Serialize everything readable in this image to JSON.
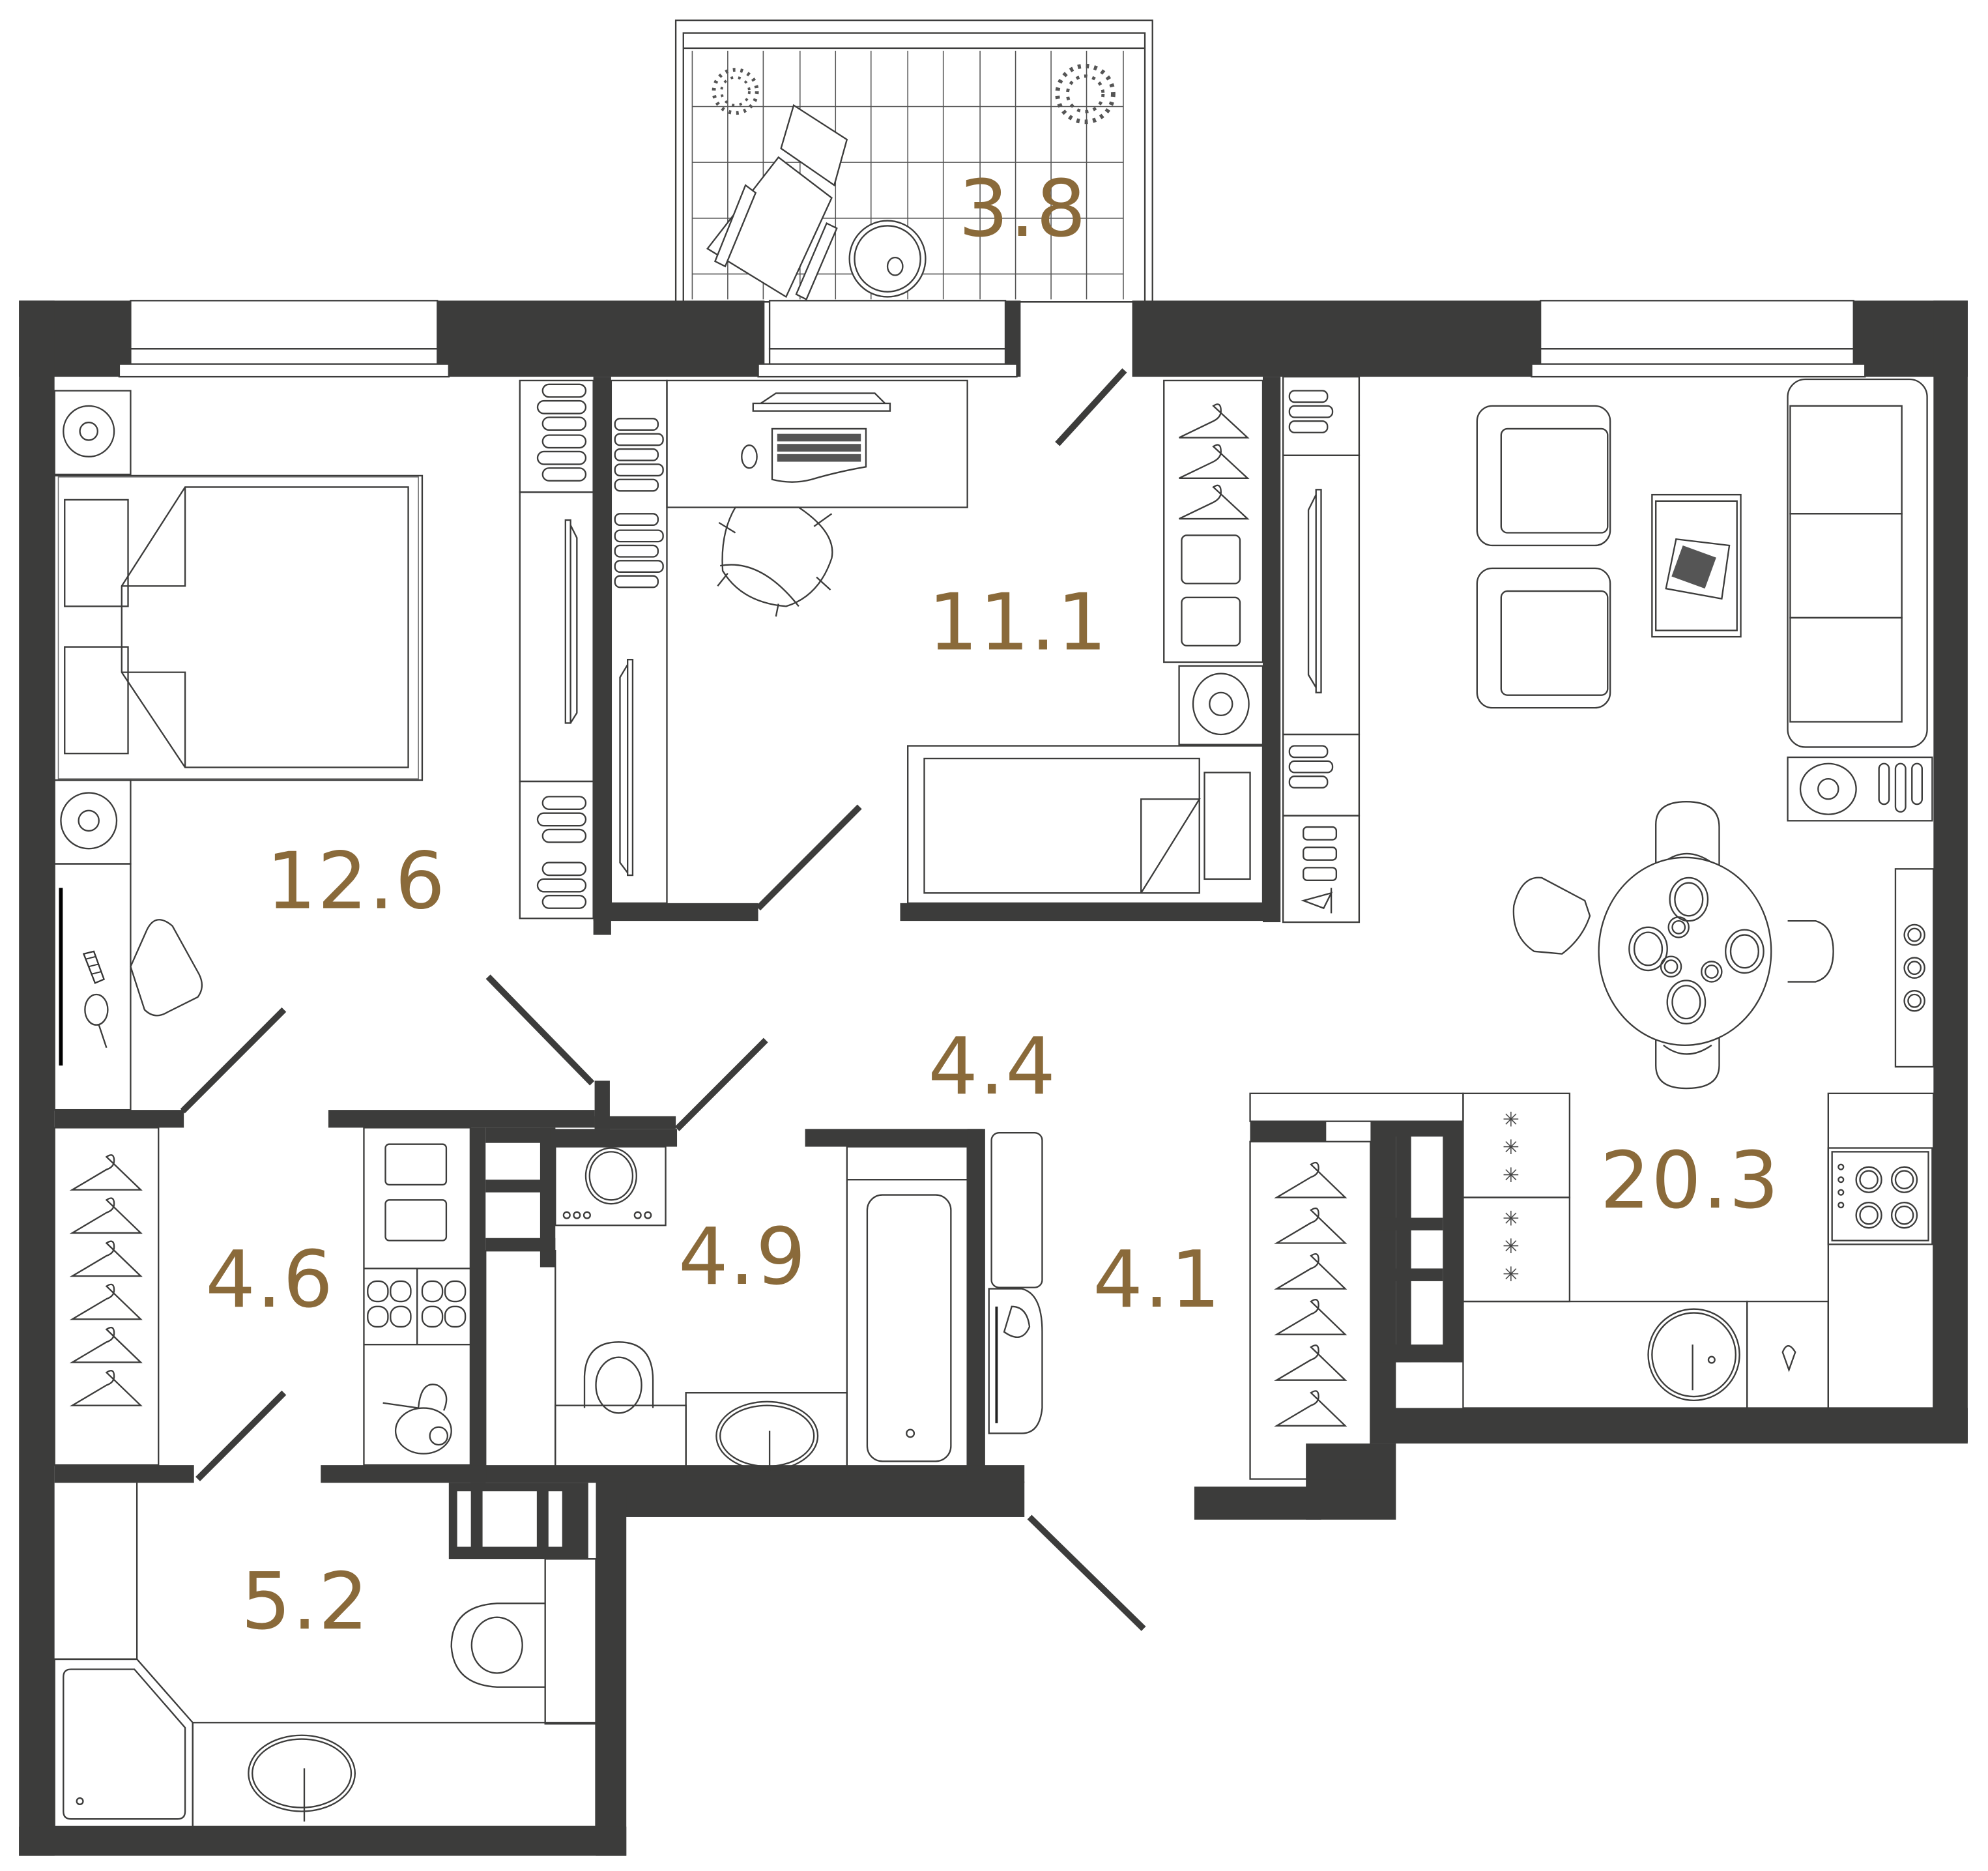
{
  "floor_plan": {
    "title": "",
    "colors": {
      "wall": "#3c3c3b",
      "label": "#8a6a3a",
      "line": "#3c3c3b",
      "background": "#ffffff"
    },
    "rooms": [
      {
        "id": "balcony",
        "label": "3.8",
        "type": "balcony"
      },
      {
        "id": "bedroom",
        "label": "12.6",
        "type": "bedroom"
      },
      {
        "id": "study",
        "label": "11.1",
        "type": "bedroom/study"
      },
      {
        "id": "hall",
        "label": "4.4",
        "type": "hallway"
      },
      {
        "id": "wardrobe",
        "label": "4.6",
        "type": "walk-in closet"
      },
      {
        "id": "bath1",
        "label": "4.9",
        "type": "bathroom"
      },
      {
        "id": "entry",
        "label": "4.1",
        "type": "entrance hall"
      },
      {
        "id": "living",
        "label": "20.3",
        "type": "kitchen-living"
      },
      {
        "id": "bath2",
        "label": "5.2",
        "type": "bathroom"
      }
    ],
    "icons": [
      "plant-icon",
      "lounge-chair-icon",
      "side-table-icon",
      "double-bed-icon",
      "nightstand-lamp-icon",
      "dresser-icon",
      "vanity-stool-icon",
      "comb-icon",
      "mirror-icon",
      "desk-icon",
      "monitor-icon",
      "keyboard-icon",
      "mouse-icon",
      "office-chair-icon",
      "single-bed-icon",
      "clothes-hanger-icon",
      "shirt-icon",
      "tv-icon",
      "armchair-icon",
      "sofa-icon",
      "coffee-table-icon",
      "newspaper-icon",
      "dining-table-icon",
      "dining-chair-icon",
      "plate-icon",
      "cup-icon",
      "shelf-icon",
      "bottle-icon",
      "wine-glass-icon",
      "stove-icon",
      "sink-icon",
      "fridge-icon",
      "washing-machine-icon",
      "toilet-icon",
      "bathtub-icon",
      "washbasin-icon",
      "shower-tray-icon",
      "slippers-icon",
      "vacuum-cleaner-icon",
      "shoe-cabinet-icon",
      "door-swing-icon",
      "window-icon"
    ]
  }
}
